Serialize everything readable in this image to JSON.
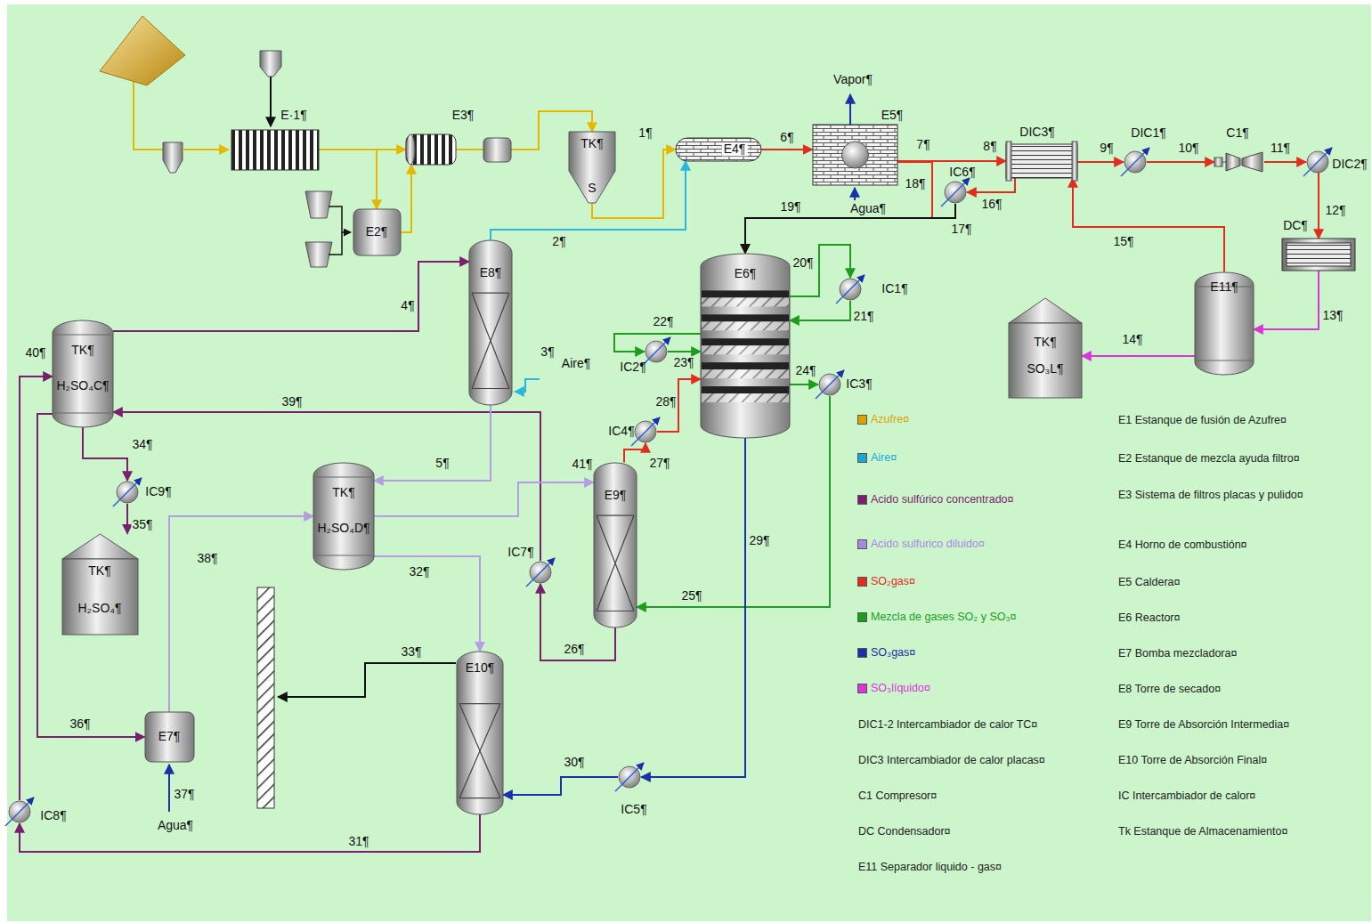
{
  "diagram": {
    "nodes": [
      {
        "text": [
          "E·1¶"
        ]
      },
      {
        "text": [
          "E2¶"
        ]
      },
      {
        "text": [
          "E3¶"
        ]
      },
      {
        "text": [
          "TK¶",
          "S"
        ]
      },
      {
        "text": [
          "E4¶"
        ]
      },
      {
        "text": [
          "E5¶"
        ]
      },
      {
        "text": [
          "DIC3¶"
        ]
      },
      {
        "text": [
          "DIC1¶"
        ]
      },
      {
        "text": [
          "C1¶"
        ]
      },
      {
        "text": [
          "DIC2¶"
        ]
      },
      {
        "text": [
          "DC¶"
        ]
      },
      {
        "text": [
          "E11¶"
        ]
      },
      {
        "text": [
          "TK¶",
          "SO₃L¶"
        ]
      },
      {
        "text": [
          "IC6¶"
        ]
      },
      {
        "text": [
          "E6¶"
        ]
      },
      {
        "text": [
          "IC1¶"
        ]
      },
      {
        "text": [
          "IC2¶"
        ]
      },
      {
        "text": [
          "IC3¶"
        ]
      },
      {
        "text": [
          "IC4¶"
        ]
      },
      {
        "text": [
          "E8¶"
        ]
      },
      {
        "text": [
          "TK¶",
          "H₂SO₄C¶"
        ]
      },
      {
        "text": [
          "IC9¶"
        ]
      },
      {
        "text": [
          "TK¶",
          "H₂SO₄¶"
        ]
      },
      {
        "text": [
          "TK¶",
          "H₂SO₄D¶"
        ]
      },
      {
        "text": [
          "E9¶"
        ]
      },
      {
        "text": [
          "IC7¶"
        ]
      },
      {
        "text": [
          "E10¶"
        ]
      },
      {
        "text": [
          "E7¶"
        ]
      },
      {
        "text": [
          "IC8¶"
        ]
      },
      {
        "text": [
          "IC5¶"
        ]
      }
    ],
    "edges": [
      {
        "from": 0,
        "to": 2,
        "arrow": "to"
      },
      {
        "from": 0,
        "to": 1,
        "arrow": "to"
      },
      {
        "from": 1,
        "to": 2,
        "arrow": "to"
      },
      {
        "from": 2,
        "to": 3,
        "arrow": "to"
      },
      {
        "from": 3,
        "to": 4,
        "arrow": "to",
        "label": "1¶"
      },
      {
        "from": 19,
        "to": 4,
        "arrow": "to",
        "label": "2¶"
      },
      {
        "from": 4,
        "to": 5,
        "arrow": "to",
        "label": "6¶"
      },
      {
        "from": 5,
        "to": 6,
        "arrow": "to",
        "label": "8¶"
      },
      {
        "from": 5,
        "to": 14,
        "arrow": "to",
        "label": "18¶"
      },
      {
        "from": 6,
        "to": 13,
        "arrow": "to",
        "label": "16¶"
      },
      {
        "from": 13,
        "to": 14,
        "arrow": "to",
        "label": "19¶"
      },
      {
        "from": 6,
        "to": 7,
        "arrow": "to",
        "label": "9¶"
      },
      {
        "from": 7,
        "to": 8,
        "arrow": "to",
        "label": "10¶"
      },
      {
        "from": 8,
        "to": 9,
        "arrow": "to",
        "label": "11¶"
      },
      {
        "from": 9,
        "to": 10,
        "arrow": "to",
        "label": "12¶"
      },
      {
        "from": 10,
        "to": 11,
        "arrow": "to",
        "label": "13¶"
      },
      {
        "from": 11,
        "to": 12,
        "arrow": "to",
        "label": "14¶"
      },
      {
        "from": 11,
        "to": 6,
        "arrow": "to",
        "label": "15¶"
      },
      {
        "from": 14,
        "to": 15,
        "arrow": "to",
        "label": "20¶"
      },
      {
        "from": 15,
        "to": 14,
        "arrow": "to",
        "label": "21¶"
      },
      {
        "from": 14,
        "to": 16,
        "arrow": "to",
        "label": "22¶"
      },
      {
        "from": 16,
        "to": 14,
        "arrow": "to",
        "label": "23¶"
      },
      {
        "from": 14,
        "to": 17,
        "arrow": "to",
        "label": "24¶"
      },
      {
        "from": 17,
        "to": 24,
        "arrow": "to",
        "label": "25¶"
      },
      {
        "from": 24,
        "to": 18,
        "arrow": "to",
        "label": "27¶"
      },
      {
        "from": 18,
        "to": 14,
        "arrow": "to",
        "label": "28¶"
      },
      {
        "from": 24,
        "to": 25,
        "arrow": "to",
        "label": "26¶"
      },
      {
        "from": 25,
        "to": 20,
        "arrow": "to",
        "label": "39¶"
      },
      {
        "from": 14,
        "to": 29,
        "arrow": "to",
        "label": "29¶"
      },
      {
        "from": 29,
        "to": 26,
        "arrow": "to",
        "label": "30¶"
      },
      {
        "from": 26,
        "to": 28,
        "arrow": "to",
        "label": "31¶"
      },
      {
        "from": 28,
        "to": 20,
        "arrow": "to",
        "label": "40¶"
      },
      {
        "from": 20,
        "to": 19,
        "arrow": "to",
        "label": "4¶"
      },
      {
        "from": 19,
        "to": 23,
        "arrow": "to",
        "label": "5¶"
      },
      {
        "from": 20,
        "to": 21,
        "arrow": "to",
        "label": "34¶"
      },
      {
        "from": 21,
        "to": 22,
        "arrow": "to",
        "label": "35¶"
      },
      {
        "from": 20,
        "to": 27,
        "arrow": "to",
        "label": "36¶"
      },
      {
        "from": 27,
        "to": 23,
        "arrow": "to",
        "label": "38¶"
      },
      {
        "from": 23,
        "to": 24,
        "arrow": "to",
        "label": "41¶"
      },
      {
        "from": 23,
        "to": 26,
        "arrow": "to",
        "label": "32¶"
      }
    ],
    "labels": [
      "Vapor¶",
      "Agua¶",
      "7¶",
      "17¶",
      "3¶",
      "Aire¶",
      "33¶",
      "37¶",
      "Agua¶",
      "DIC1-2 Intercambiador de calor TC¤",
      "DIC3 Intercambiador de calor placas¤",
      "C1 Compresor¤",
      "DC Condensador¤",
      "E11 Separador liquido - gas¤",
      "E1 Estanque de fusión de Azufre¤",
      "E2 Estanque de mezcla ayuda filtro¤",
      "E3 Sistema de filtros placas y pulido¤",
      "E4 Horno de combustión¤",
      "E5 Caldera¤",
      "E6 Reactor¤",
      "E7 Bomba mezcladora¤",
      "E8 Torre de secado¤",
      "E9 Torre de Absorción Intermedia¤",
      "E10 Torre de Absorción Final¤",
      "IC Intercambiador de calor¤",
      "Tk Estanque de Almacenamiento¤"
    ],
    "legend": [
      {
        "text": "Azufre¤",
        "color": "#d9a400"
      },
      {
        "text": "Aire¤",
        "color": "#17a9d6"
      },
      {
        "text": "Acido sulfúrico concentrado¤",
        "color": "#7a1f6e"
      },
      {
        "text": "Acido sulfurico diluido¤",
        "color": "#a68ae0"
      },
      {
        "text": "SO₂gas¤",
        "color": "#e52b1c"
      },
      {
        "text": "Mezcla de gases SO₂ y SO₃¤",
        "color": "#1d9c1d"
      },
      {
        "text": "SO₃gas¤",
        "color": "#1a2fa8"
      },
      {
        "text": "SO₃líquido¤",
        "color": "#dd33dd"
      }
    ]
  }
}
